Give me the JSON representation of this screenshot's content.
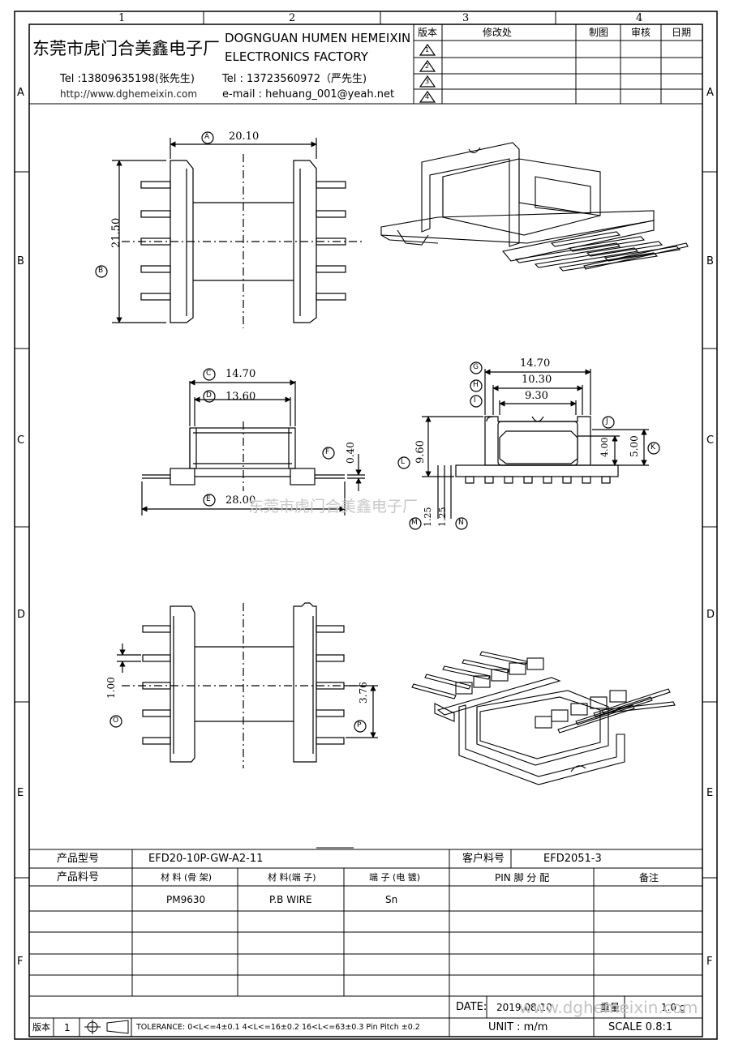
{
  "frame": {
    "columns": [
      "1",
      "2",
      "3",
      "4"
    ],
    "rows": [
      "A",
      "B",
      "C",
      "D",
      "E",
      "F"
    ]
  },
  "company": {
    "name_cn": "东莞市虎门合美鑫电子厂",
    "name_en_line1": "DOGNGUAN HUMEN HEMEIXIN",
    "name_en_line2": "ELECTRONICS FACTORY",
    "tel1": "Tel :13809635198(张先生)",
    "tel2": "Tel : 13723560972（严先生)",
    "website": "http://www.dghemeixin.com",
    "email": "e-mail : hehuang_001@yeah.net"
  },
  "revision_table": {
    "headers": [
      "版本",
      "修改处",
      "制图",
      "审核",
      "日期"
    ],
    "rows": [
      "1",
      "2",
      "3",
      "4"
    ]
  },
  "dimensions": {
    "A": "20.10",
    "B": "21.50",
    "C": "14.70",
    "D": "13.60",
    "E": "28.00",
    "F": "0.40",
    "G": "14.70",
    "H": "10.30",
    "I": "9.30",
    "J": "",
    "K": "5.00",
    "K_inner": "4.00",
    "L": "9.60",
    "M": "1.25",
    "N": "1.25",
    "O": "1.00",
    "P": "3.76"
  },
  "labels": [
    "A",
    "B",
    "C",
    "D",
    "E",
    "F",
    "G",
    "H",
    "I",
    "J",
    "K",
    "L",
    "M",
    "N",
    "O",
    "P"
  ],
  "watermark": "东莞市虎门合美鑫电子厂",
  "info_table": {
    "product_model_label": "产品型号",
    "product_model_value": "EFD20-10P-GW-A2-11",
    "customer_part_label": "客户料号",
    "customer_part_value": "EFD2051-3",
    "headers": [
      "产品料号",
      "材 料 (骨 架)",
      "材 料(端 子)",
      "端 子 (电 镀)",
      "PIN 脚 分 配",
      "备注"
    ],
    "row1": [
      "",
      "PM9630",
      "P.B WIRE",
      "Sn",
      "",
      ""
    ],
    "date_label": "DATE:",
    "date_value": "2019.08.10",
    "weight_label": "重量:",
    "weight_value": "1.0 g",
    "version_label": "版本",
    "version_value": "1",
    "tolerance": "TOLERANCE:  0<L<=4±0.1  4<L<=16±0.2  16<L<=63±0.3  Pin Pitch  ±0.2",
    "unit": "UNIT : m/m",
    "scale": "SCALE  0.8:1",
    "footer_watermark": "www.dghemeixin.com"
  }
}
